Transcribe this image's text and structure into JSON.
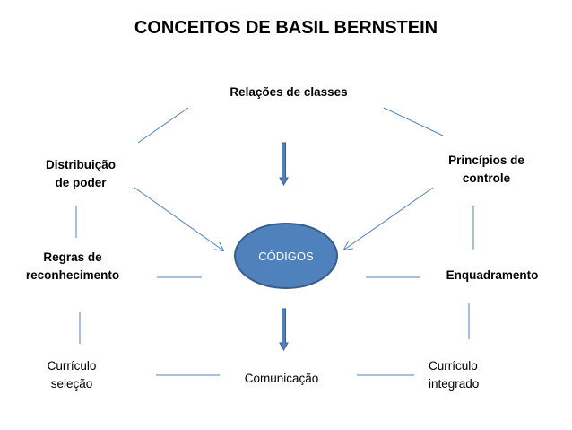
{
  "title": "CONCEITOS DE BASIL BERNSTEIN",
  "nodes": {
    "relacoes": "Relações de classes",
    "distribuicao": [
      "Distribuição",
      "de poder"
    ],
    "principios": [
      "Princípios de",
      "controle"
    ],
    "codigos": "CÓDIGOS",
    "regras": [
      "Regras de",
      "reconhecimento"
    ],
    "enquadramento": "Enquadramento",
    "curriculo_selecao": [
      "Currículo",
      "seleção"
    ],
    "comunicacao": "Comunicação",
    "curriculo_integrado": [
      "Currículo",
      "integrado"
    ]
  },
  "colors": {
    "line": "#4f81bd",
    "ellipse_fill": "#4f81bd",
    "ellipse_stroke": "#385d8a",
    "arrow_fill": "#4f81bd",
    "arrow_stroke": "#385d8a"
  }
}
